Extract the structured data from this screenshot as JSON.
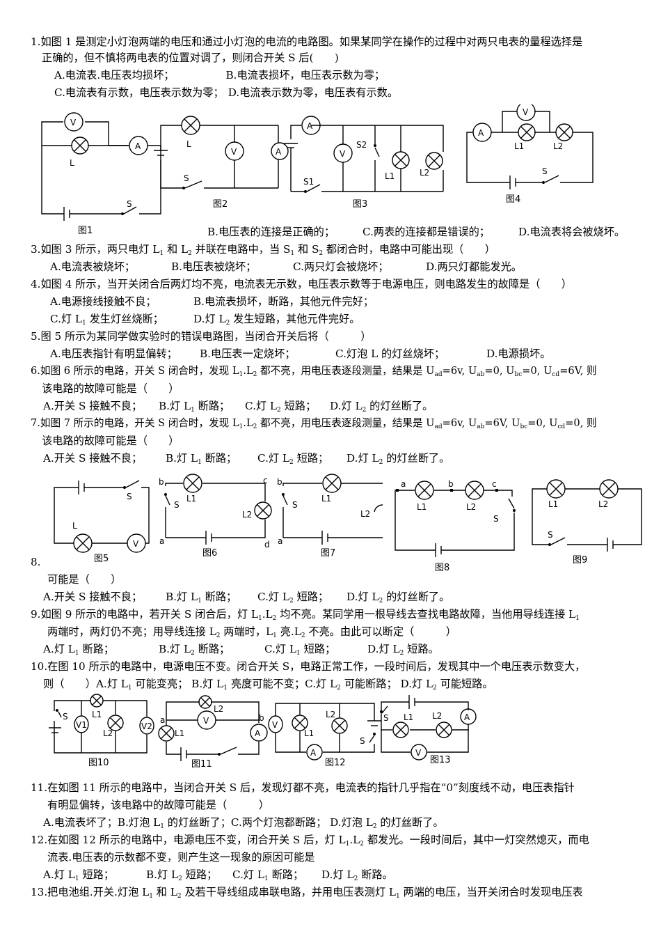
{
  "q1": {
    "stem_a": "1.如图 1 是测定小灯泡两端的电压和通过小灯泡的电流的电路图。如果某同学在操作的过程中对两只电表的量程选择是",
    "stem_b": "正确的，但不慎将两电表的位置对调了，则闭合开关 S 后(　　)",
    "opt_a": "A.电流表.电压表均损坏；",
    "opt_b": "B.电流表损坏，电压表示数为零；",
    "opt_c": "C.电流表有示数，电压表示数为零；",
    "opt_d": "D.电流表示数为零，电压表有示数。"
  },
  "q2_opts": {
    "b": "B.电压表的连接是正确的；",
    "c": "C.两表的连接都是错误的；",
    "d": "D.电流表将会被烧坏。"
  },
  "q3": {
    "stem": [
      "3.如图 3 所示，两只电灯 L",
      "1",
      " 和 L",
      "2",
      " 并联在电路中，当 S",
      "1",
      " 和 S",
      "2",
      " 都闭合时，电路中可能出现（　　）"
    ],
    "opt_a": "A.电流表被烧坏；",
    "opt_b": "B.电压表被烧坏；",
    "opt_c": "C.两只灯会被烧坏；",
    "opt_d": "D.两只灯都能发光。"
  },
  "q4": {
    "stem": "4.如图 4 所示，当开关闭合后两灯均不亮，电流表无示数，电压表示数等于电源电压，则电路发生的故障是（　　）",
    "opt_a": "A.电源接线接触不良；",
    "opt_b": "B.电流表损坏，断路，其他元件完好；",
    "opt_c": [
      "C.灯 L",
      "1",
      " 发生灯丝烧断；"
    ],
    "opt_d": [
      "D.灯 L",
      "2",
      " 发生短路，其他元件完好。"
    ]
  },
  "q5": {
    "stem": "5.图 5 所示为某同学做实验时的错误电路图，当闭合开关后将（　　　）",
    "opt_a": "A.电压表指针有明显偏转；",
    "opt_b": "B.电压表一定烧坏；",
    "opt_c": "C.灯泡 L 的灯丝烧坏；",
    "opt_d": "D.电源损坏。"
  },
  "q6": {
    "stem": [
      "6.如图 6 所示的电路，开关 S 闭合时，发现 L",
      "1",
      ".L",
      "2",
      " 都不亮，用电压表逐段测量，结果是 U",
      "ad",
      "=6v, U",
      "ab",
      "=0, U",
      "bc",
      "=0, U",
      "cd",
      "=6V, 则"
    ],
    "stem_b": "该电路的故障可能是（　　）",
    "opt_a": "A.开关 S 接触不良；",
    "opt_b": [
      "B.灯 L",
      "1",
      " 断路；"
    ],
    "opt_c": [
      "C.灯 L",
      "2",
      " 短路；"
    ],
    "opt_d": [
      "D.灯 L",
      "2",
      " 的灯丝断了。"
    ]
  },
  "q7": {
    "stem": [
      "7.如图 7 所示的电路，开关 S 闭合时，发现 L",
      "1",
      ".L",
      "2",
      " 都不亮，用电压表逐段测量，结果是 U",
      "ad",
      "=6v, U",
      "ab",
      "=6V, U",
      "bc",
      "=0, U",
      "cd",
      "=0, 则"
    ],
    "stem_b": "该电路的故障可能是（　　）",
    "opt_a": "A.开关 S 接触不良；",
    "opt_b": [
      "B.灯 L",
      "1",
      " 断路；"
    ],
    "opt_c": [
      "C.灯 L",
      "2",
      " 短路；"
    ],
    "opt_d": [
      "D.灯 L",
      "2",
      " 的灯丝断了。"
    ]
  },
  "q8": {
    "num": "8.",
    "stem_b": "可能是（　　）",
    "opt_a": "A.开关 S 接触不良；",
    "opt_b": [
      "B.灯 L",
      "1",
      " 断路；"
    ],
    "opt_c": [
      "C.灯 L",
      "2",
      " 短路；"
    ],
    "opt_d": [
      "D.灯 L",
      "2",
      " 的灯丝断了。"
    ]
  },
  "q9": {
    "stem": [
      "9.如图 9 所示的电路中，若开关 S 闭合后，灯 L",
      "1",
      ".L",
      "2",
      " 均不亮。某同学用一根导线去查找电路故障，当他用导线连接 L",
      "1"
    ],
    "stem_b": [
      "两端时，两灯仍不亮；用导线连接 L",
      "2",
      " 两端时，L",
      "1",
      " 亮.L",
      "2",
      " 不亮。由此可以断定（　　　）"
    ],
    "opt_a": [
      "A.灯 L",
      "1",
      " 断路；"
    ],
    "opt_b": [
      "B.灯 L",
      "2",
      " 断路；"
    ],
    "opt_c": [
      "C.灯 L",
      "1",
      " 短路；"
    ],
    "opt_d": [
      "D.灯 L",
      "2",
      " 短路。"
    ]
  },
  "q10": {
    "stem": "10.在图 10 所示的电路中，电源电压不变。闭合开关 S，电路正常工作，一段时间后，发现其中一个电压表示数变大，",
    "stem_b": [
      "则（　　）A.灯 L",
      "1",
      " 可能变亮；  B.灯 L",
      "1",
      " 亮度可能不变；C.灯 L",
      "2",
      " 可能断路；   D.灯 L",
      "2",
      " 可能短路。"
    ]
  },
  "q11": {
    "stem": "11.在如图 11 所示的电路中，当闭合开关 S 后，发现灯都不亮，电流表的指针几乎指在“0”刻度线不动，电压表指针",
    "stem_b": "有明显偏转，该电路中的故障可能是（　　　）",
    "opts": [
      "A.电流表坏了；B.灯泡 L",
      "1",
      " 的灯丝断了；C.两个灯泡都断路；  D.灯泡 L",
      "2",
      " 的灯丝断了。"
    ]
  },
  "q12": {
    "stem": [
      "12.在如图 12 所示的电路中，电源电压不变，闭合开关 S 后，灯 L",
      "1",
      ".L",
      "2",
      " 都发光。一段时间后，其中一灯突然熄灭，而电"
    ],
    "stem_b": "流表.电压表的示数都不变，则产生这一现象的原因可能是",
    "opt_a": [
      "A.灯 L",
      "1",
      " 短路；"
    ],
    "opt_b": [
      "B.灯 L",
      "2",
      " 短路；"
    ],
    "opt_c": [
      "C.灯 L",
      "1",
      " 断路；"
    ],
    "opt_d": [
      "D.灯 L",
      "2",
      " 断路。"
    ]
  },
  "q13": {
    "stem": [
      "13.把电池组.开关.灯泡 L",
      "1",
      " 和 L",
      "2",
      " 及若干导线组成串联电路，并用电压表测灯 L",
      "1",
      " 两端的电压，当开关闭合时发现电压表"
    ]
  },
  "figures": {
    "fig1": "图1",
    "fig2": "图2",
    "fig3": "图3",
    "fig4": "图4",
    "fig5": "图5",
    "fig6": "图6",
    "fig7": "图7",
    "fig8": "图8",
    "fig9": "图9",
    "fig10": "图10",
    "fig11": "图11",
    "fig12": "图12",
    "fig13": "图13"
  },
  "circuit_labels": {
    "V": "V",
    "A": "A",
    "V1": "V1",
    "V2": "V2",
    "L": "L",
    "L1": "L1",
    "L2": "L2",
    "S": "S",
    "S1": "S1",
    "S2": "S2",
    "a": "a",
    "b": "b",
    "c": "c",
    "d": "d"
  }
}
